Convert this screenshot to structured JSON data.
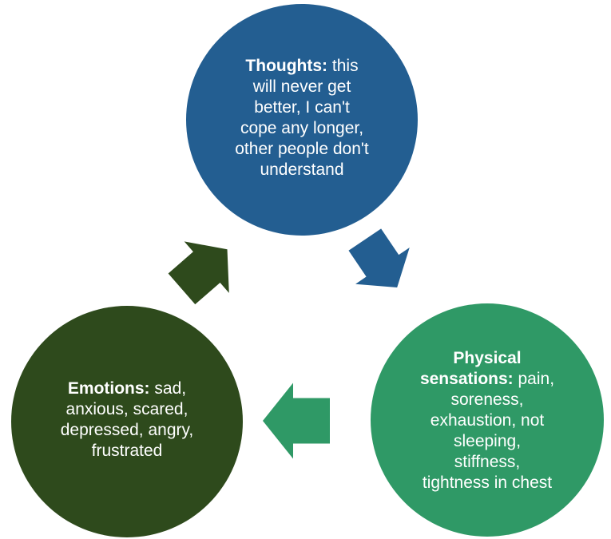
{
  "background_color": "#ffffff",
  "text_color": "#ffffff",
  "nodes": [
    {
      "id": "thoughts",
      "color": "#235e91",
      "full_text": "Thoughts: this will never get better, I can't cope any longer, other people don't understand",
      "lines": [
        {
          "b": "Thoughts:",
          "r": " this"
        },
        {
          "r": "will never get"
        },
        {
          "r": "better, I can't"
        },
        {
          "r": "cope any longer,"
        },
        {
          "r": "other people don't"
        },
        {
          "r": "understand"
        }
      ]
    },
    {
      "id": "physical-sensations",
      "color": "#2f9966",
      "full_text": "Physical sensations: pain, soreness, exhaustion, not sleeping, stiffness, tightness in chest",
      "lines": [
        {
          "b": "Physical"
        },
        {
          "b": "sensations:",
          "r": " pain,"
        },
        {
          "r": "soreness,"
        },
        {
          "r": "exhaustion, not"
        },
        {
          "r": "sleeping,"
        },
        {
          "r": "stiffness,"
        },
        {
          "r": "tightness in chest"
        }
      ]
    },
    {
      "id": "emotions",
      "color": "#2e4a1c",
      "full_text": "Emotions: sad, anxious, scared, depressed, angry, frustrated",
      "lines": [
        {
          "b": "Emotions:",
          "r": " sad,"
        },
        {
          "r": "anxious, scared,"
        },
        {
          "r": "depressed, angry,"
        },
        {
          "r": "frustrated"
        }
      ]
    }
  ],
  "arrows": [
    {
      "id": "thoughts-to-physical",
      "color": "#235e91"
    },
    {
      "id": "physical-to-emotions",
      "color": "#2f9966"
    },
    {
      "id": "emotions-to-thoughts",
      "color": "#2e4a1c"
    }
  ]
}
